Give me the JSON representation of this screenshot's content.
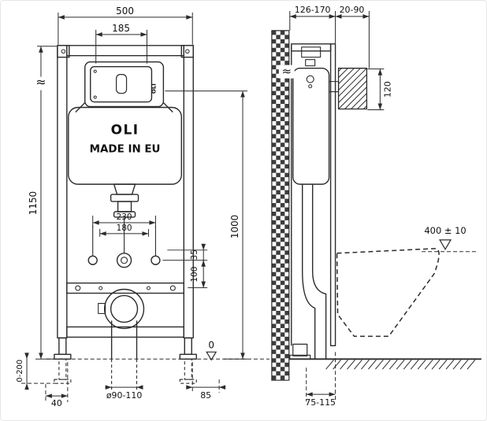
{
  "page": {
    "background": "#ffffff",
    "line_color": "#2b2b2b"
  },
  "front_view": {
    "brand": "OLI",
    "made_in": "MADE IN EU",
    "plate_brand": "OLI",
    "approx_symbol": "≈",
    "dims": {
      "overall_width": "500",
      "plate_width": "185",
      "overall_height": "1150",
      "plate_height": "1000",
      "fixing_spacing_outer": "230",
      "fixing_spacing_inner": "180",
      "offset_small": "35",
      "offset_large": "100",
      "leg_adjustment": "0-200",
      "foot_offset": "40",
      "drain_diameter": "ø90-110",
      "right_offset": "85"
    }
  },
  "side_view": {
    "approx_symbol": "≈",
    "dims": {
      "frame_depth": "126-170",
      "front_depth": "20-90",
      "inlet_height": "120",
      "bowl_height": "400 ± 10",
      "zero_level": "0",
      "outlet_offset": "75-115"
    }
  }
}
